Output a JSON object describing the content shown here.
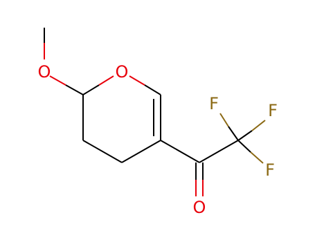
{
  "molecule": {
    "atoms": {
      "methyl_oxygen": "O",
      "ring_oxygen": "O",
      "carbonyl_oxygen": "O",
      "fluorine_top": "F",
      "fluorine_right": "F",
      "fluorine_bottom": "F"
    },
    "colors": {
      "bond": "#000000",
      "oxygen": "#e8000b",
      "fluorine": "#8b6914"
    }
  }
}
